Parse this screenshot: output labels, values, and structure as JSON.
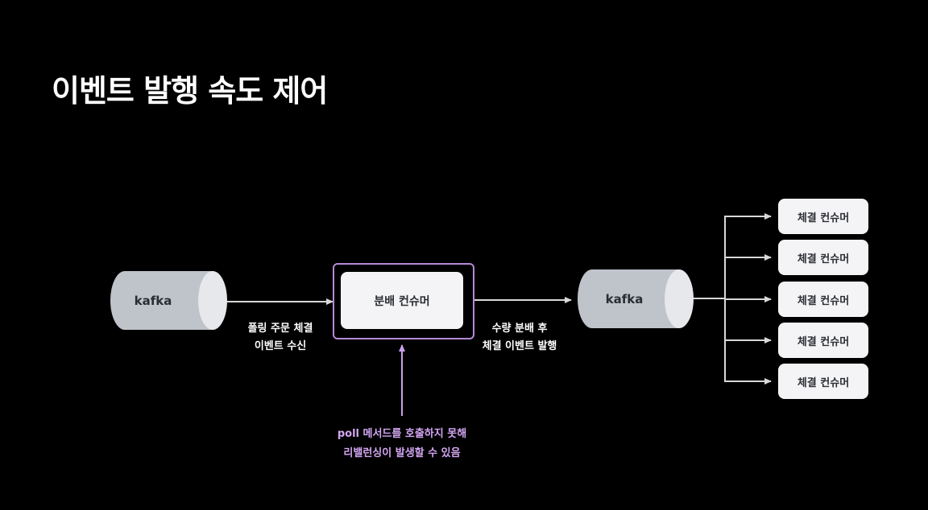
{
  "title": "이벤트 발행 속도 제어",
  "source_queue": {
    "label": "kafka"
  },
  "target_queue": {
    "label": "kafka"
  },
  "poll_edge": {
    "line1": "폴링 주문 체결",
    "line2": "이벤트 수신"
  },
  "distributor": {
    "label": "분배 컨슈머"
  },
  "publish_edge": {
    "line1": "수량 분배 후",
    "line2": "체결 이벤트 발행"
  },
  "warning": {
    "line1": "poll 메서드를 호출하지 못해",
    "line2": "리밸런싱이 발생할 수 있음"
  },
  "consumers": [
    {
      "label": "체결 컨슈머"
    },
    {
      "label": "체결 컨슈머"
    },
    {
      "label": "체결 컨슈머"
    },
    {
      "label": "체결 컨슈머"
    },
    {
      "label": "체결 컨슈머"
    }
  ],
  "colors": {
    "accent_purple": "#b48ad6",
    "warning_text": "#d3a6f2",
    "cylinder_body": "#bfc4cb",
    "cylinder_cap": "#e6e8eb"
  }
}
